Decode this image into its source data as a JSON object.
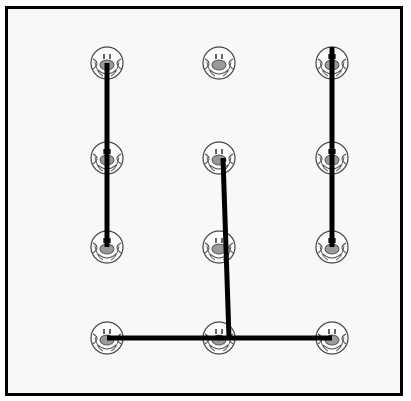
{
  "game": {
    "type": "path-drawing puzzle",
    "grid": {
      "rows": 4,
      "cols": 3
    },
    "node_icon": "smiley-face-icon",
    "colors": {
      "border": "#000000",
      "background": "#f8f8f8",
      "path": "#000000",
      "face_line": "#444444",
      "mouth": "#9a9a9a"
    },
    "paths": [
      {
        "from": [
          0,
          0
        ],
        "to": [
          2,
          0
        ]
      },
      {
        "from": [
          0,
          2
        ],
        "to": [
          2,
          2
        ]
      },
      {
        "from": [
          1,
          1
        ],
        "to": [
          3,
          1
        ]
      },
      {
        "from": [
          3,
          0
        ],
        "to": [
          3,
          2
        ]
      }
    ]
  }
}
